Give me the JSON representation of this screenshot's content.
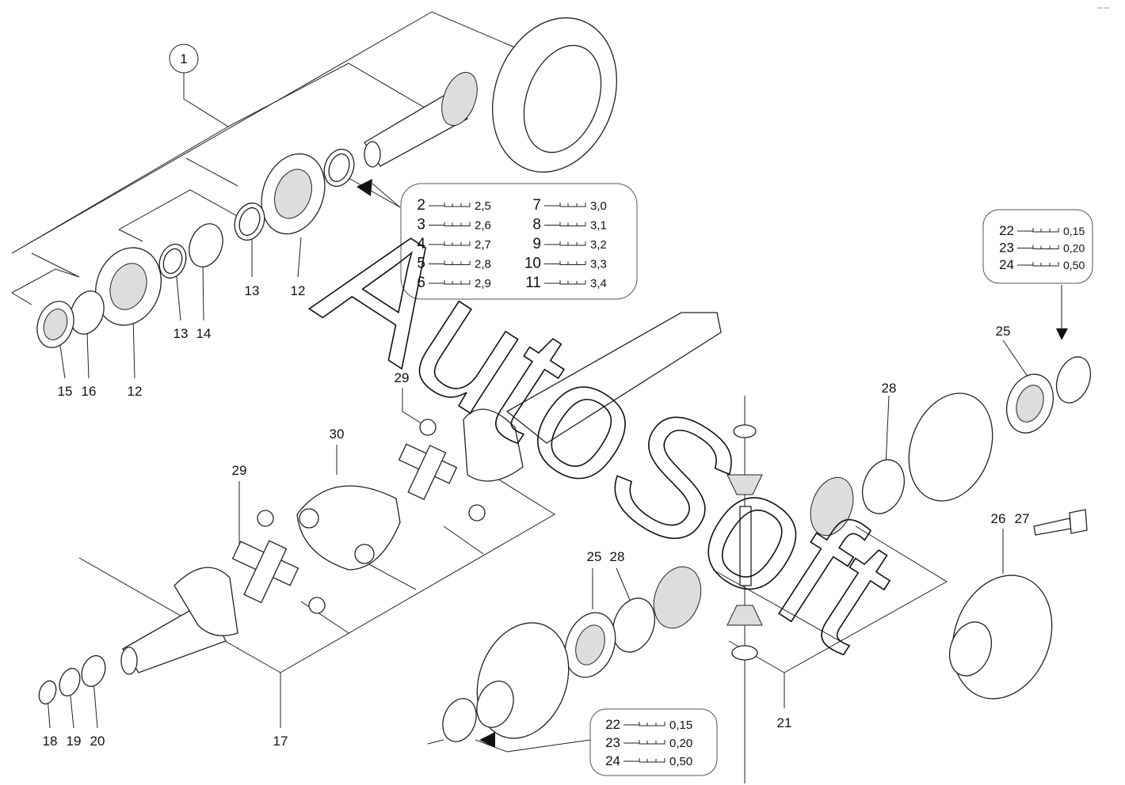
{
  "corner_mark": "°° °°°",
  "watermark": "AutoSoft",
  "callouts": {
    "c1": "1",
    "c15": "15",
    "c16": "16",
    "c12a": "12",
    "c13a": "13",
    "c14": "14",
    "c13b": "13",
    "c12b": "12",
    "c29a": "29",
    "c30": "30",
    "c29b": "29",
    "c17": "17",
    "c18": "18",
    "c19": "19",
    "c20": "20",
    "c25a": "25",
    "c28a": "28",
    "c26": "26",
    "c27": "27",
    "c25b": "25",
    "c28b": "28",
    "c21": "21"
  },
  "shim_table_main": {
    "rows": [
      {
        "item": "2",
        "value": "2,5"
      },
      {
        "item": "3",
        "value": "2,6"
      },
      {
        "item": "4",
        "value": "2,7"
      },
      {
        "item": "5",
        "value": "2,8"
      },
      {
        "item": "6",
        "value": "2,9"
      },
      {
        "item": "7",
        "value": "3,0"
      },
      {
        "item": "8",
        "value": "3,1"
      },
      {
        "item": "9",
        "value": "3,2"
      },
      {
        "item": "10",
        "value": "3,3"
      },
      {
        "item": "11",
        "value": "3,4"
      }
    ]
  },
  "shim_table_right": {
    "rows": [
      {
        "item": "22",
        "value": "0,15"
      },
      {
        "item": "23",
        "value": "0,20"
      },
      {
        "item": "24",
        "value": "0,50"
      }
    ]
  },
  "shim_table_bottom": {
    "rows": [
      {
        "item": "22",
        "value": "0,15"
      },
      {
        "item": "23",
        "value": "0,20"
      },
      {
        "item": "24",
        "value": "0,50"
      }
    ]
  }
}
